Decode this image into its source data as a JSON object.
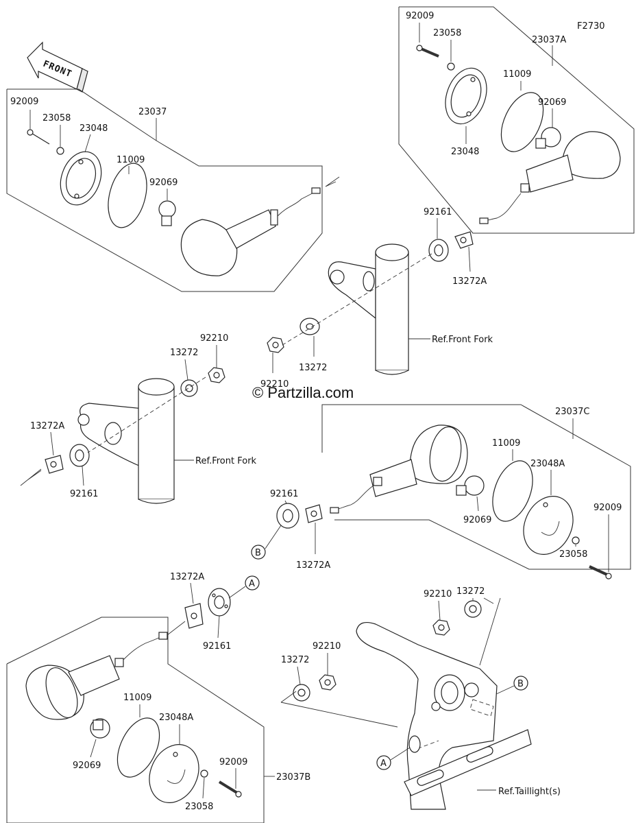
{
  "figure_code": "F2730",
  "front_label": "FRONT",
  "watermark": "© Partzilla.com",
  "callouts": {
    "a": "A",
    "b": "B"
  },
  "refs": {
    "front_fork": "Ref.Front Fork",
    "taillight": "Ref.Taillight(s)"
  },
  "parts": {
    "screw": "92009",
    "collar": "23058",
    "assembly_fl": "23037",
    "assembly_fr": "23037A",
    "assembly_rl": "23037B",
    "assembly_rr": "23037C",
    "rim": "23048",
    "rim_a": "23048A",
    "gasket": "11009",
    "bulb": "92069",
    "grommet": "92161",
    "washer": "13272",
    "washer_a": "13272A",
    "nut": "92210"
  }
}
